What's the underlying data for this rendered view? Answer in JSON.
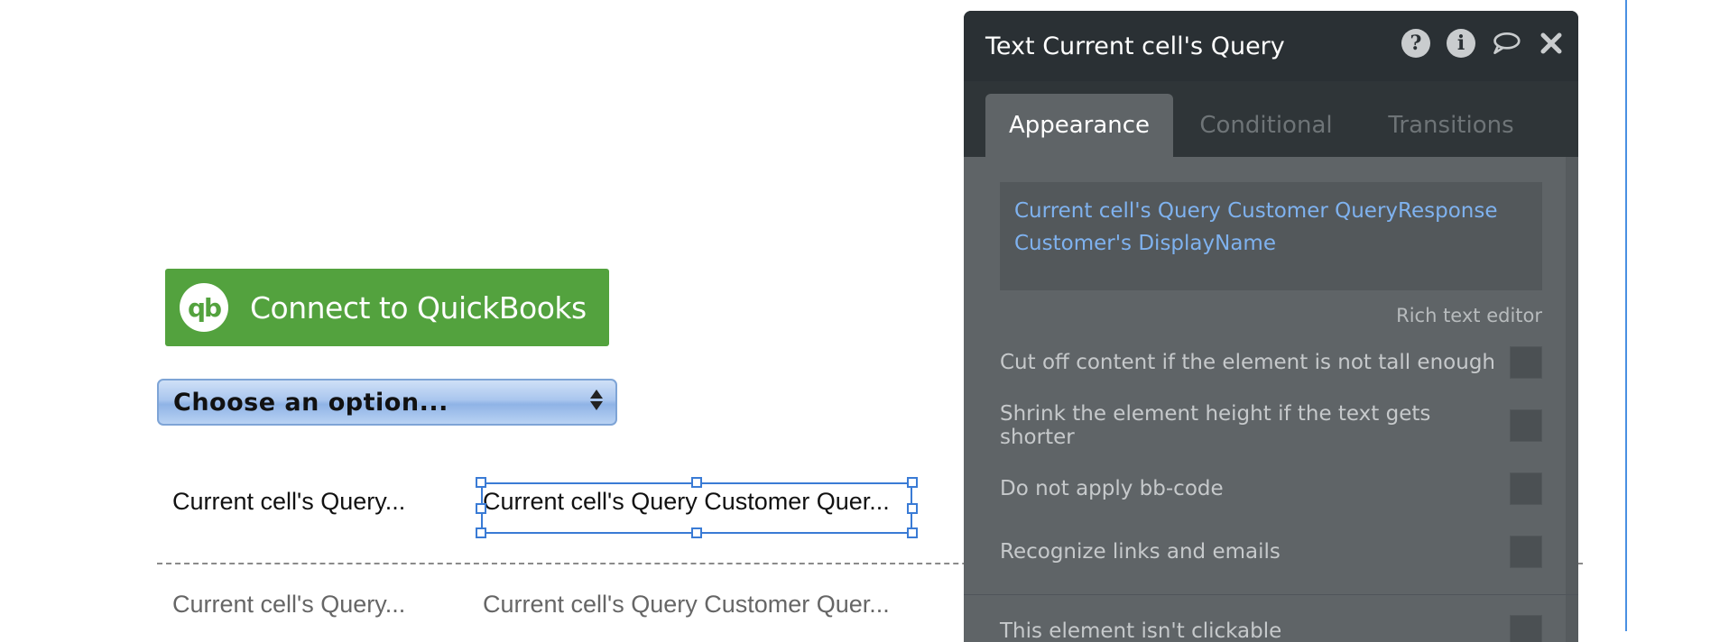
{
  "canvas": {
    "qb_button": {
      "label": "Connect to QuickBooks",
      "logo": "qb"
    },
    "dropdown": {
      "placeholder": "Choose an option..."
    },
    "rows": [
      {
        "col1": "Current cell's Query...",
        "col2": "Current cell's Query Customer Quer..."
      },
      {
        "col1": "Current cell's Query...",
        "col2": "Current cell's Query Customer Quer..."
      }
    ]
  },
  "panel": {
    "title": "Text Current cell's Query",
    "icons": [
      "help-icon",
      "info-icon",
      "comment-icon",
      "close-icon"
    ],
    "tabs": [
      "Appearance",
      "Conditional",
      "Transitions"
    ],
    "active_tab": "Appearance",
    "expression": " Current cell's Query Customer QueryResponse Customer's DisplayName",
    "rich_text_link": "Rich text editor",
    "options": [
      {
        "label": "Cut off content if the element is not tall enough",
        "checked": false
      },
      {
        "label": "Shrink the element height if the text gets shorter",
        "checked": false
      },
      {
        "label": "Do not apply bb-code",
        "checked": false
      },
      {
        "label": "Recognize links and emails",
        "checked": false
      },
      {
        "label": "This element isn't clickable",
        "checked": false
      }
    ]
  },
  "colors": {
    "qb_green": "#53a23e",
    "panel_bg": "#5f6467",
    "panel_header": "#2a3034",
    "expression_blue": "#7fb2ef",
    "selection_blue": "#3a7bd5"
  }
}
